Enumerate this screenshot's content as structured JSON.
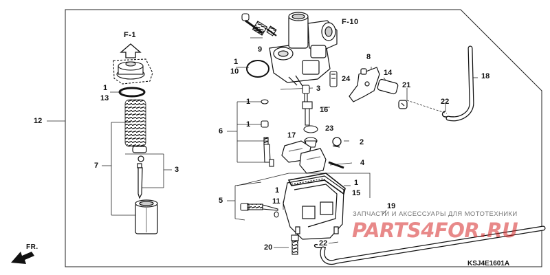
{
  "diagram": {
    "ref_top": "F-1",
    "ref_right": "F-10",
    "front_label": "FR.",
    "code": "KSJ4E1601A",
    "watermark": {
      "text": "ЗАПЧАСТИ И АКСЕССУАРЫ ДЛЯ МОТОТЕХНИКИ",
      "logo": "PARTS4FOR.RU"
    },
    "callouts": {
      "c1a": "1",
      "c10": "10",
      "c9": "9",
      "c3a": "3",
      "c8": "8",
      "c14": "14",
      "c21": "21",
      "c18": "18",
      "c24": "24",
      "c13a": "1",
      "c13": "13",
      "c12": "12",
      "c16": "16",
      "c17": "17",
      "c23": "23",
      "c2": "2",
      "c22a": "22",
      "c1b": "1",
      "c1c": "1",
      "c6": "6",
      "c7": "7",
      "c3b": "3",
      "c4": "4",
      "c1d": "1",
      "c15": "15",
      "c5": "5",
      "c1e": "1",
      "c11": "11",
      "c19": "19",
      "c20": "20",
      "c22b": "22"
    }
  }
}
